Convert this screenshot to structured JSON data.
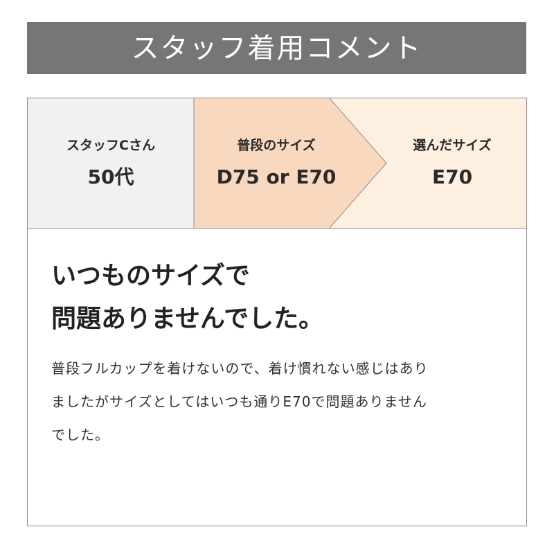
{
  "header": {
    "title": "スタッフ着用コメント"
  },
  "colors": {
    "banner": "#767676",
    "cell_staff_bg": "#f1f1f3",
    "cell_usual_bg": "#f9d8c0",
    "cell_chosen_bg": "#fdf0e1",
    "border": "#8c8c8c"
  },
  "info": {
    "staff": {
      "label": "スタッフCさん",
      "value": "50代"
    },
    "usual_size": {
      "label": "普段のサイズ",
      "value": "D75 or E70"
    },
    "chosen_size": {
      "label": "選んだサイズ",
      "value": "E70"
    }
  },
  "comment": {
    "headline_lines": [
      "いつものサイズで",
      "問題ありませんでした。"
    ],
    "body_lines": [
      "普段フルカップを着けないので、着け慣れない感じはあり",
      "ましたがサイズとしてはいつも通りE70で問題ありません",
      "でした。"
    ]
  }
}
